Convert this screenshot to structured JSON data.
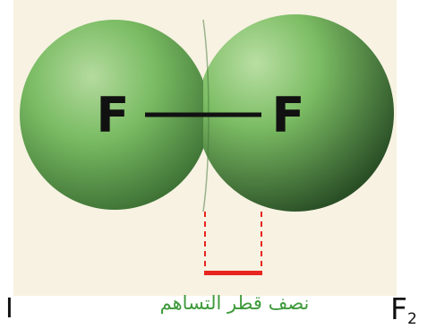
{
  "molecule": {
    "atom_left_symbol": "F",
    "atom_right_symbol": "F",
    "formula_symbol": "F",
    "formula_subscript": "2"
  },
  "annotation": {
    "label": "نصف قطر التساهم",
    "left_mark": "I"
  },
  "colors": {
    "sphere_light": "#a6d48f",
    "sphere_mid": "#6db257",
    "sphere_dark": "#2f5a2a",
    "radius_marker": "#e8251f",
    "label_text": "#3e9a3a",
    "background_tint": "#f6f1df"
  },
  "icons": [
    "fluorine-atom-sphere",
    "covalent-bond-line",
    "radius-bracket"
  ]
}
